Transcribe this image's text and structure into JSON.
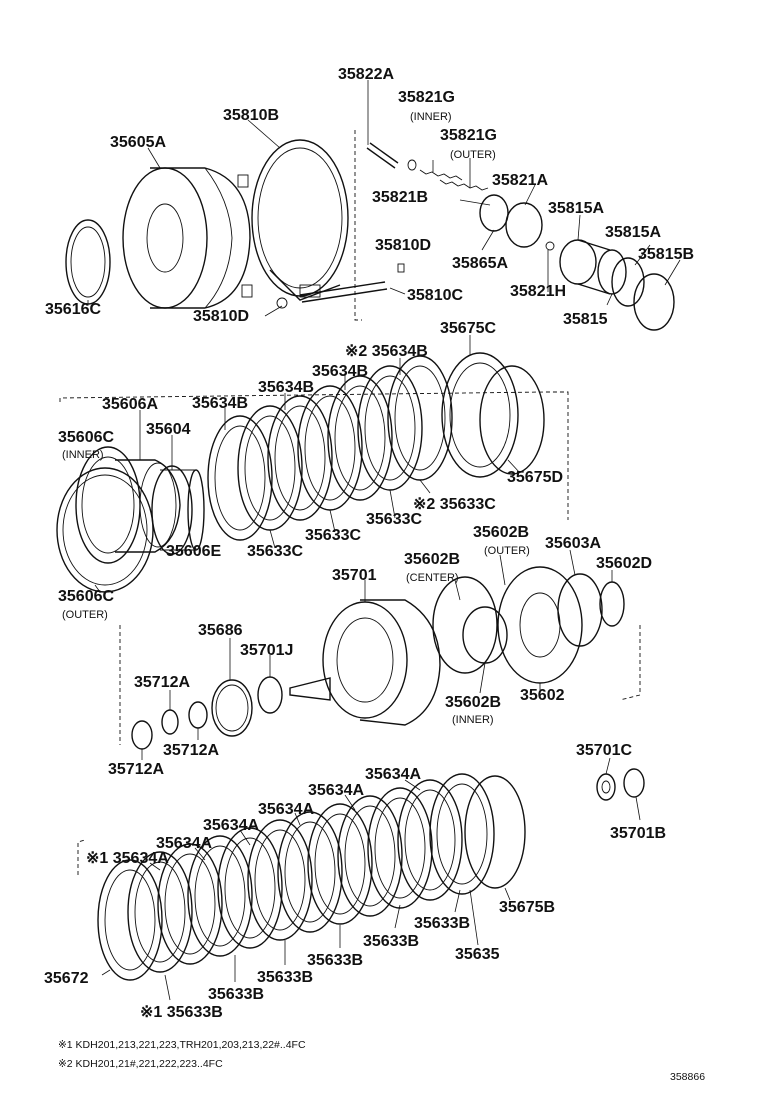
{
  "labels": {
    "l35822A": "35822A",
    "l35821G_1": "35821G",
    "inner_1": "(INNER)",
    "l35821G_2": "35821G",
    "outer_1": "(OUTER)",
    "l35810B": "35810B",
    "l35605A": "35605A",
    "l35821B": "35821B",
    "l35821A": "35821A",
    "l35815A_1": "35815A",
    "l35815A_2": "35815A",
    "l35815B": "35815B",
    "l35810D_1": "35810D",
    "l35865A": "35865A",
    "l35821H": "35821H",
    "l35815": "35815",
    "l35616C": "35616C",
    "l35810D_2": "35810D",
    "l35810C": "35810C",
    "l35675C": "35675C",
    "l35634B_1": "※2 35634B",
    "l35634B_2": "35634B",
    "l35634B_3": "35634B",
    "l35634B_4": "35634B",
    "l35606A": "35606A",
    "l35606C_1": "35606C",
    "inner_2": "(INNER)",
    "l35604": "35604",
    "l35675D": "35675D",
    "l35633C_1": "※2 35633C",
    "l35633C_2": "35633C",
    "l35633C_3": "35633C",
    "l35633C_4": "35633C",
    "l35606E": "35606E",
    "l35606C_2": "35606C",
    "outer_2": "(OUTER)",
    "l35602B_1": "35602B",
    "outer_3": "(OUTER)",
    "l35603A": "35603A",
    "l35602B_2": "35602B",
    "center_1": "(CENTER)",
    "l35602D": "35602D",
    "l35701": "35701",
    "l35686": "35686",
    "l35701J": "35701J",
    "l35712A_1": "35712A",
    "l35712A_2": "35712A",
    "l35712A_3": "35712A",
    "l35602B_3": "35602B",
    "inner_3": "(INNER)",
    "l35602": "35602",
    "l35701C": "35701C",
    "l35701B": "35701B",
    "l35634A_1": "35634A",
    "l35634A_2": "35634A",
    "l35634A_3": "35634A",
    "l35634A_4": "35634A",
    "l35634A_5": "35634A",
    "l35634A_6": "※1 35634A",
    "l35675B": "35675B",
    "l35633B_1": "35633B",
    "l35633B_2": "35633B",
    "l35633B_3": "35633B",
    "l35633B_4": "35633B",
    "l35633B_5": "35633B",
    "l35633B_6": "※1 35633B",
    "l35635": "35635",
    "l35672": "35672"
  },
  "footnotes": {
    "note1": "※1 KDH201,213,221,223,TRH201,203,213,22#..4FC",
    "note2": "※2 KDH201,21#,221,222,223..4FC",
    "code": "358866"
  }
}
